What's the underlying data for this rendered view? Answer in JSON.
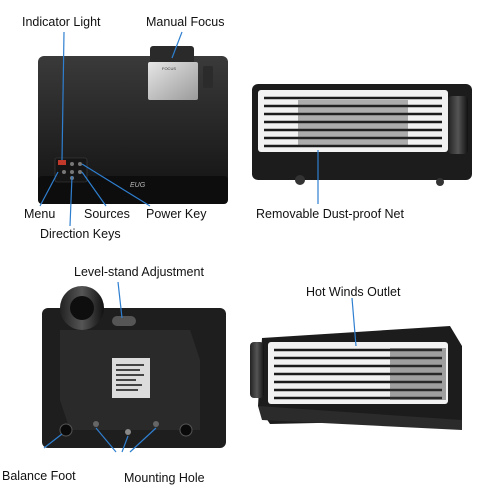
{
  "labels": {
    "indicator_light": "Indicator Light",
    "manual_focus": "Manual Focus",
    "menu": "Menu",
    "sources": "Sources",
    "power_key": "Power Key",
    "direction_keys": "Direction Keys",
    "removable_dust_proof_net": "Removable Dust-proof Net",
    "level_stand_adjustment": "Level-stand Adjustment",
    "hot_winds_outlet": "Hot Winds Outlet",
    "balance_foot": "Balance Foot",
    "mounting_hole": "Mounting Hole"
  },
  "product_markings": {
    "brand": "EUG",
    "focus_label": "FOCUS"
  },
  "colors": {
    "callout_blue": "#2f7fd0",
    "body_black": "#1c1c1c",
    "panel_white": "#f2f2f2"
  }
}
